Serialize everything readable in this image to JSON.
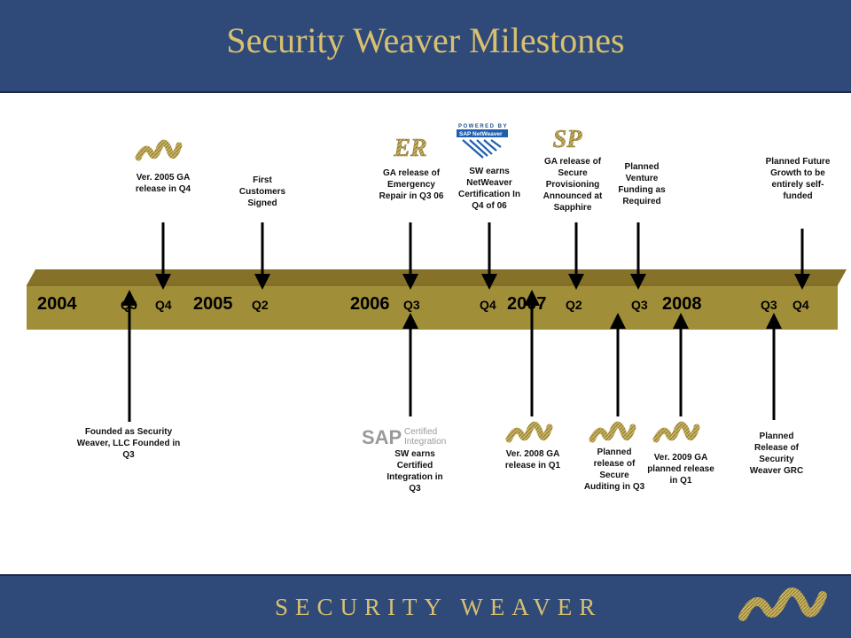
{
  "header": {
    "title": "Security Weaver Milestones"
  },
  "footer": {
    "brand": "SECURITY WEAVER"
  },
  "timeline": {
    "years": [
      "2004",
      "2005",
      "2006",
      "2007",
      "2008"
    ],
    "quarters": [
      "Q3",
      "Q4",
      "Q2",
      "Q3",
      "Q4",
      "Q2",
      "Q3",
      "Q3",
      "Q4"
    ]
  },
  "milestones_above": [
    {
      "text": "Ver. 2005 GA release in Q4"
    },
    {
      "text": "First Customers Signed"
    },
    {
      "text": "GA release of Emergency Repair in Q3 06"
    },
    {
      "text": "SW earns NetWeaver Certification In Q4 of 06"
    },
    {
      "text": "GA release of Secure Provisioning Announced at Sapphire"
    },
    {
      "text": "Planned Venture Funding as Required"
    },
    {
      "text": "Planned Future Growth to be entirely self-funded"
    }
  ],
  "milestones_below": [
    {
      "text": "Founded as Security Weaver, LLC Founded in Q3"
    },
    {
      "text": "SW earns Certified Integration in Q3"
    },
    {
      "text": "Ver. 2008 GA release in Q1"
    },
    {
      "text": "Planned release of Secure Auditing in Q3"
    },
    {
      "text": "Ver. 2009 GA planned release in Q1"
    },
    {
      "text": "Planned Release of Security Weaver GRC"
    }
  ],
  "logos": {
    "er": "ER",
    "sp": "SP",
    "sap_powered_top": "POWERED BY",
    "sap_powered_bottom": "SAP NetWeaver",
    "sap_certified_mark": "SAP",
    "sap_certified_line1": "Certified",
    "sap_certified_line2": "Integration"
  },
  "colors": {
    "band": "#2f4a78",
    "title_gold": "#d8c070",
    "timeline_bar": "#a08e38",
    "timeline_top": "#857128",
    "logo_gold": "#c9b363"
  }
}
